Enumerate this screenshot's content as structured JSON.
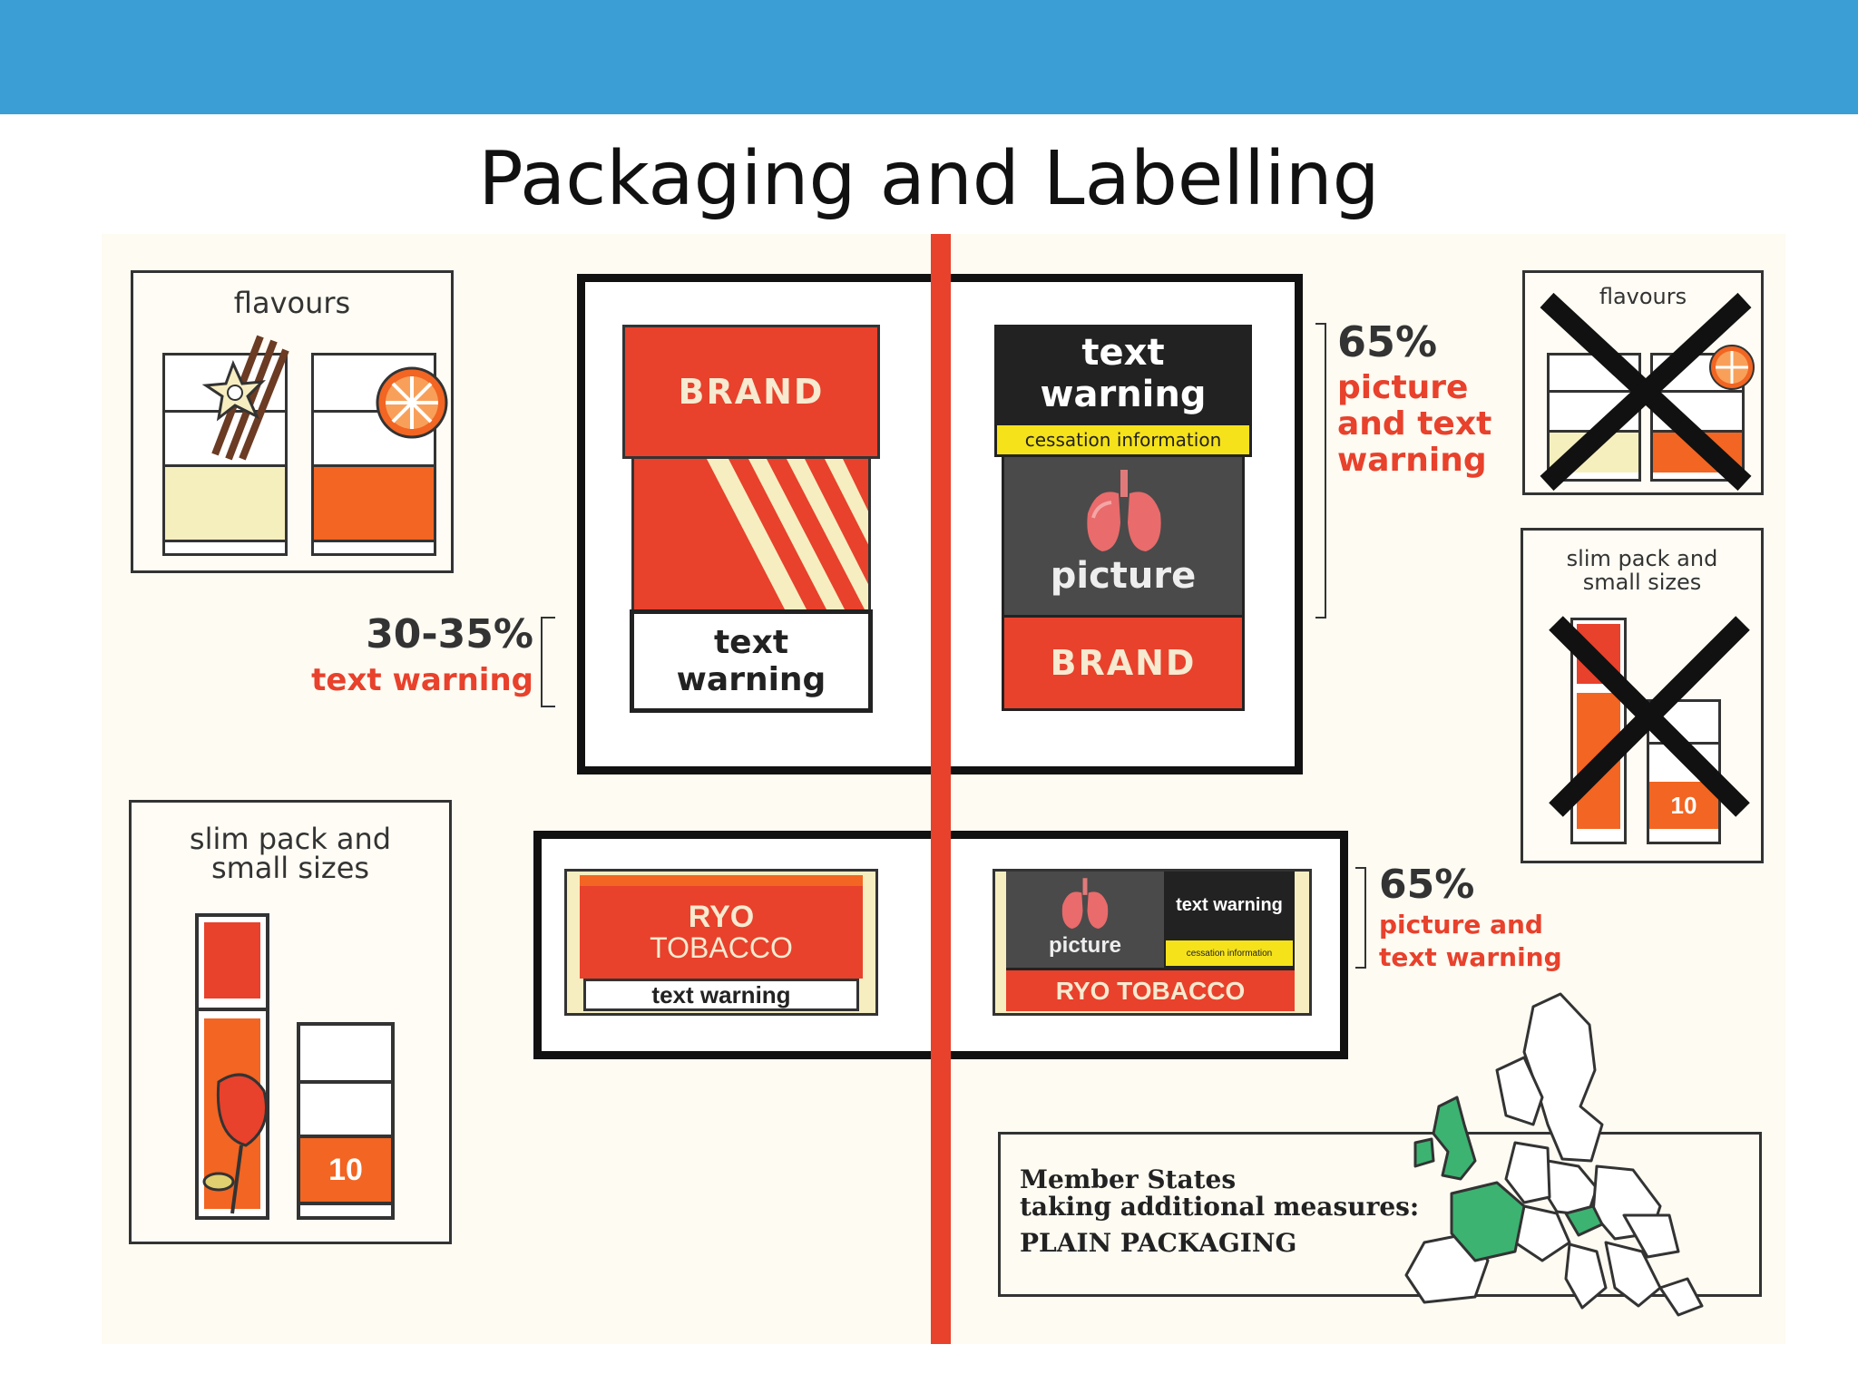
{
  "title": "Packaging and Labelling",
  "colors": {
    "header_bar": "#3b9fd6",
    "accent_red": "#e8412c",
    "orange": "#f26522",
    "cream": "#f6eec0",
    "yellow": "#f5e21a",
    "green": "#3cb371"
  },
  "left": {
    "flavours_label": "flavours",
    "slim_label_1": "slim pack and",
    "slim_label_2": "small sizes",
    "size_number": "10",
    "pct": "30-35%",
    "pct_caption": "text warning"
  },
  "old_pack": {
    "brand": "BRAND",
    "warning": "text warning"
  },
  "new_pack": {
    "warning": "text warning",
    "cessation": "cessation information",
    "picture": "picture",
    "brand": "BRAND"
  },
  "right": {
    "pct": "65%",
    "caption_1": "picture",
    "caption_2": "and text",
    "caption_3": "warning",
    "flavours_label": "flavours",
    "slim_label_1": "slim pack and",
    "slim_label_2": "small sizes",
    "size_number": "10"
  },
  "ryo_old": {
    "line1": "RYO",
    "line2": "TOBACCO",
    "warning": "text warning"
  },
  "ryo_new": {
    "picture": "picture",
    "warning": "text warning",
    "cessation": "cessation information",
    "brand": "RYO TOBACCO"
  },
  "ryo_pct": {
    "pct": "65%",
    "caption_1": "picture and",
    "caption_2": "text warning"
  },
  "member_states": {
    "line1": "Member States",
    "line2": "taking additional measures:",
    "line3": "PLAIN PACKAGING"
  }
}
